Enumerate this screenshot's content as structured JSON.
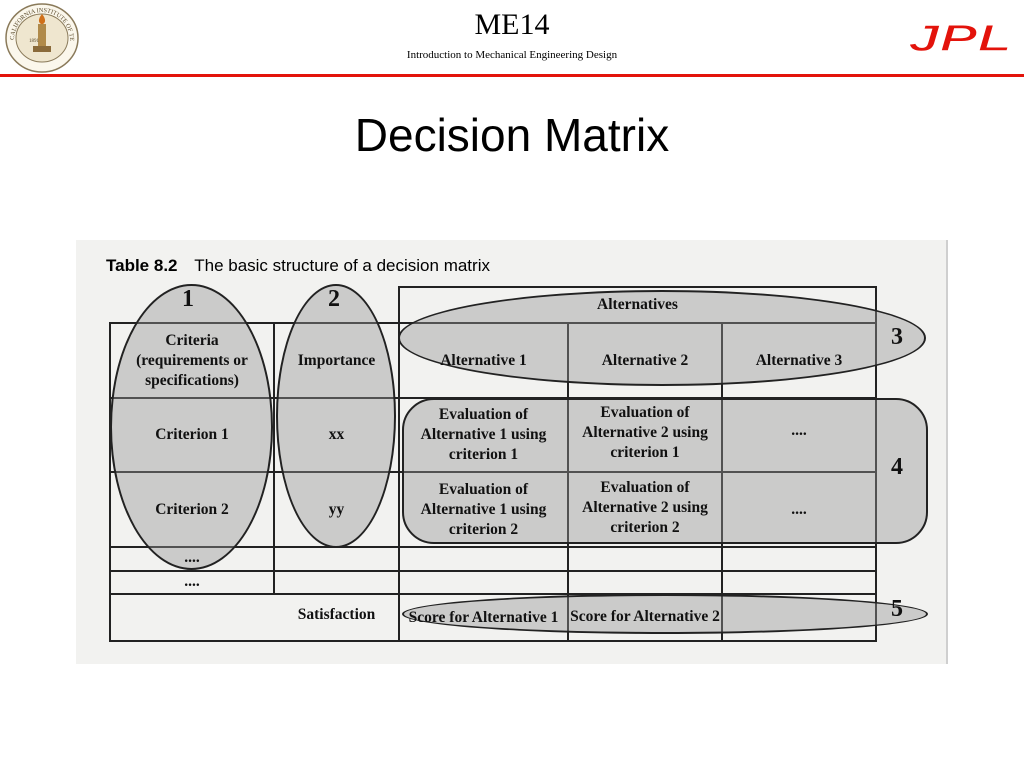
{
  "header": {
    "course": "ME14",
    "subtitle": "Introduction to Mechanical Engineering Design",
    "seal_text": "CALIFORNIA INSTITUTE OF TECHNOLOGY",
    "seal_year": "1891",
    "logo_text": "JPL",
    "accent_color": "#e3130b"
  },
  "slide": {
    "title": "Decision Matrix"
  },
  "table": {
    "caption_number": "Table 8.2",
    "caption_text": "The basic structure of a decision matrix",
    "markers": [
      "1",
      "2",
      "3",
      "4",
      "5"
    ],
    "alternatives_header": "Alternatives",
    "col_criteria": "Criteria (requirements or specifications)",
    "col_importance": "Importance",
    "alt_1": "Alternative 1",
    "alt_2": "Alternative 2",
    "alt_3": "Alternative 3",
    "criterion_1": "Criterion 1",
    "criterion_2": "Criterion 2",
    "weight_1": "xx",
    "weight_2": "yy",
    "eval_a1_c1": "Evaluation of Alternative 1 using criterion 1",
    "eval_a2_c1": "Evaluation of Alternative 2 using criterion 1",
    "eval_a1_c2": "Evaluation of Alternative 1 using criterion 2",
    "eval_a2_c2": "Evaluation of Alternative 2 using criterion 2",
    "ellipsis": "....",
    "satisfaction": "Satisfaction",
    "score_1": "Score for Alternative 1",
    "score_2": "Score for Alternative 2"
  }
}
